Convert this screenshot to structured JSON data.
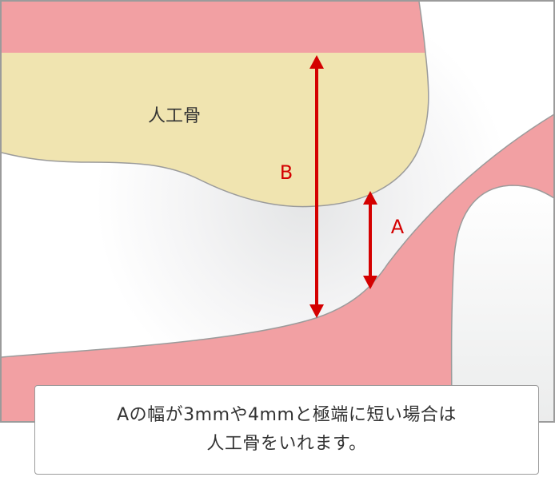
{
  "diagram": {
    "region_label": "人工骨",
    "label_b": "B",
    "label_a": "A",
    "caption": {
      "line1": "Aの幅が3mmや4mmと極端に短い場合は",
      "line2": "人工骨をいれます。"
    }
  },
  "colors": {
    "gum_pink": "#f2a0a3",
    "artificial_bone": "#f0e4b0",
    "arrow_red": "#d40000",
    "outline_gray": "#9b9b9b",
    "text_dark": "#333333"
  }
}
